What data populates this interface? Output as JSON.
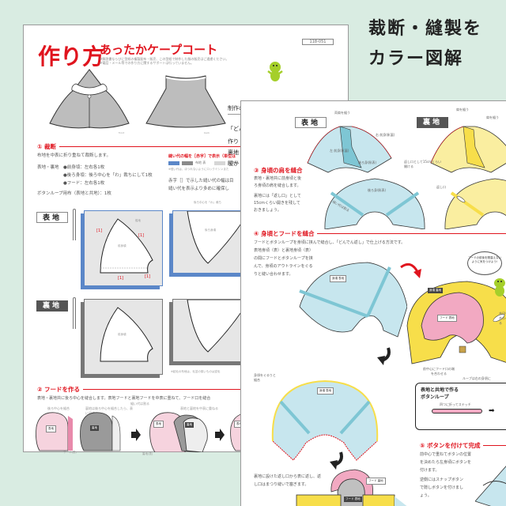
{
  "headline": {
    "line1": "裁断・縫製を",
    "line2": "カラー図解"
  },
  "back_page": {
    "title_main": "作り方",
    "title_sub": "あったかケープコート",
    "product_code": "118-051",
    "title_note_1": "※解説書ならびに型紙の複製配布・販売、この型紙で制作した服の販売はご遠慮ください。",
    "title_note_2": "※電話・メール等での作り方に関するサポートは行っていません。",
    "illustration_labels": {
      "front": "front",
      "back": "back"
    },
    "point": {
      "title": "制作のポイント",
      "lines": [
        "「どんでん返し」で作る裏地付きの",
        "作り",
        "裏地",
        "暖か"
      ]
    },
    "section1": {
      "heading": "① 裁断",
      "intro": "布地を中表に折り重ねて裁断します。",
      "fabric_label": "表地・裏地",
      "bullets": [
        "●前身頃：左右各1枚",
        "●後ろ身頃：後ろ中心を「わ」裁ちにして1枚",
        "●フード：左右各1枚"
      ],
      "loop_fabric": "ボタンループ用布（表地と共地）：1枚",
      "seam_note_title": "縫い代の幅を［赤字］で表示（単位は",
      "legend": [
        {
          "label": "布地 表",
          "color": "#5b87c8"
        },
        {
          "label": "布地 表",
          "color": "#8a8a8a"
        },
        {
          "label": "布地 裏",
          "color": "#d6d6d6"
        }
      ],
      "legend_note": "※縫い代は、ほつれないようにロックミシンまた",
      "seam_text_1": "赤字［］で示した縫い代の幅は目",
      "seam_text_2": "縫い代を表示より多めに確保し",
      "fold_label": "後ろ中心を「わ」裁ち",
      "outer_tag": "表地",
      "inner_tag": "裏地",
      "grain_label": "縦地",
      "front_piece": "前身頃",
      "back_piece": "後ろ身頃",
      "front_center": "前中心",
      "seam_mark": "[1]",
      "pile_note": "※起毛の布地は、毛並の揃いものは逆毛"
    },
    "section2": {
      "heading": "② フードを作る",
      "intro": "表地・裏地共に後ろ中心を縫合します。表地フードと裏地フードを中表に重ねて、フード口を縫合",
      "labels": {
        "sew_back_center": "後ろ中心を縫合",
        "lining_note": "裏地は後ろ中心を縫合したら、表に返す",
        "seam_open": "縫い代は割る",
        "layer_note": "表地と裏地を中表に重ねる",
        "hood_back": "フード(裏)",
        "hood_front": "フード(表)",
        "lining_front": "裏地(表)",
        "outer_tag": "表地",
        "inner_tag": "裏地",
        "ura": "(裏)",
        "omote": "(表)"
      }
    }
  },
  "front_page": {
    "outer_tag": "表地",
    "inner_tag": "裏地",
    "sew_both_shoulders": "両肩を縫う",
    "sew_shoulder": "肩を縫う",
    "right_front_back": "右 前身頃(裏)",
    "left_front_back": "左 前身頃(裏)",
    "back_body_front": "後ろ身頃(表)",
    "return_opening_note": "返し口として15cmくらい開ける",
    "return_opening": "返し口",
    "seam_open_label": "縫い代は割る",
    "section3": {
      "heading": "③ 身頃の肩を縫合",
      "text_1": "表地・裏地共に前身頃と後ろ身頃の肩を縫合します。",
      "text_2": "裏地には「返し口」として15cmくらい開きを残しておきましょう。"
    },
    "section4": {
      "heading": "④ 身頃とフードを縫合",
      "intro": "フードとボタンループを身頃に挟んで縫合し、「どんでん返し」で仕上げる方法です。",
      "text": "表地身頃（表）と裏地身頃（表）の間にフードとボタンループを挟んで、身頃のアウトラインをぐるりと縫い合わせます。",
      "body_outer": "身頃 表地",
      "body_inner": "身頃 裏地",
      "hood_outer": "フード 表地",
      "neckline": "ネックライン",
      "front_center_note": "前中心にフード口の端を合わせる",
      "loop_note": "ループは右の身頃に",
      "align_note": "合印を合わせる",
      "sew_around": "身頃をぐるりと縫合",
      "front_center": "前中心",
      "speech_bubble": "フードの前後を間違えないように気をつけよう!"
    },
    "loop_box": {
      "title_1": "表地と共地で作る",
      "title_2": "ボタンループ",
      "stitch_note": "四つに折ってステッチ"
    },
    "turn_text": "裏地に設けた返し口から表に返し、返し口はまつり縫いで塞ぎます。",
    "section5": {
      "heading": "⑤ ボタンを付けて完成",
      "text_1": "前中心で重ねてボタンの位置を決めたら左身頃にボタンを付けます。",
      "text_2": "逆側にはスナップボタンで隠しボタンを付けましょう。"
    },
    "final_labels": {
      "hood_outer": "フード 表地",
      "hood_inner": "フード 裏地",
      "hood": "フード",
      "body_outer": "身頃 表地"
    }
  },
  "colors": {
    "accent_red": "#e0141e",
    "background": "#d9ece2",
    "outer_blue": "#c7e6ee",
    "lining_yellow": "#f7de4a",
    "hood_pink": "#f2a9c2",
    "cut_blue": "#5b87c8"
  }
}
